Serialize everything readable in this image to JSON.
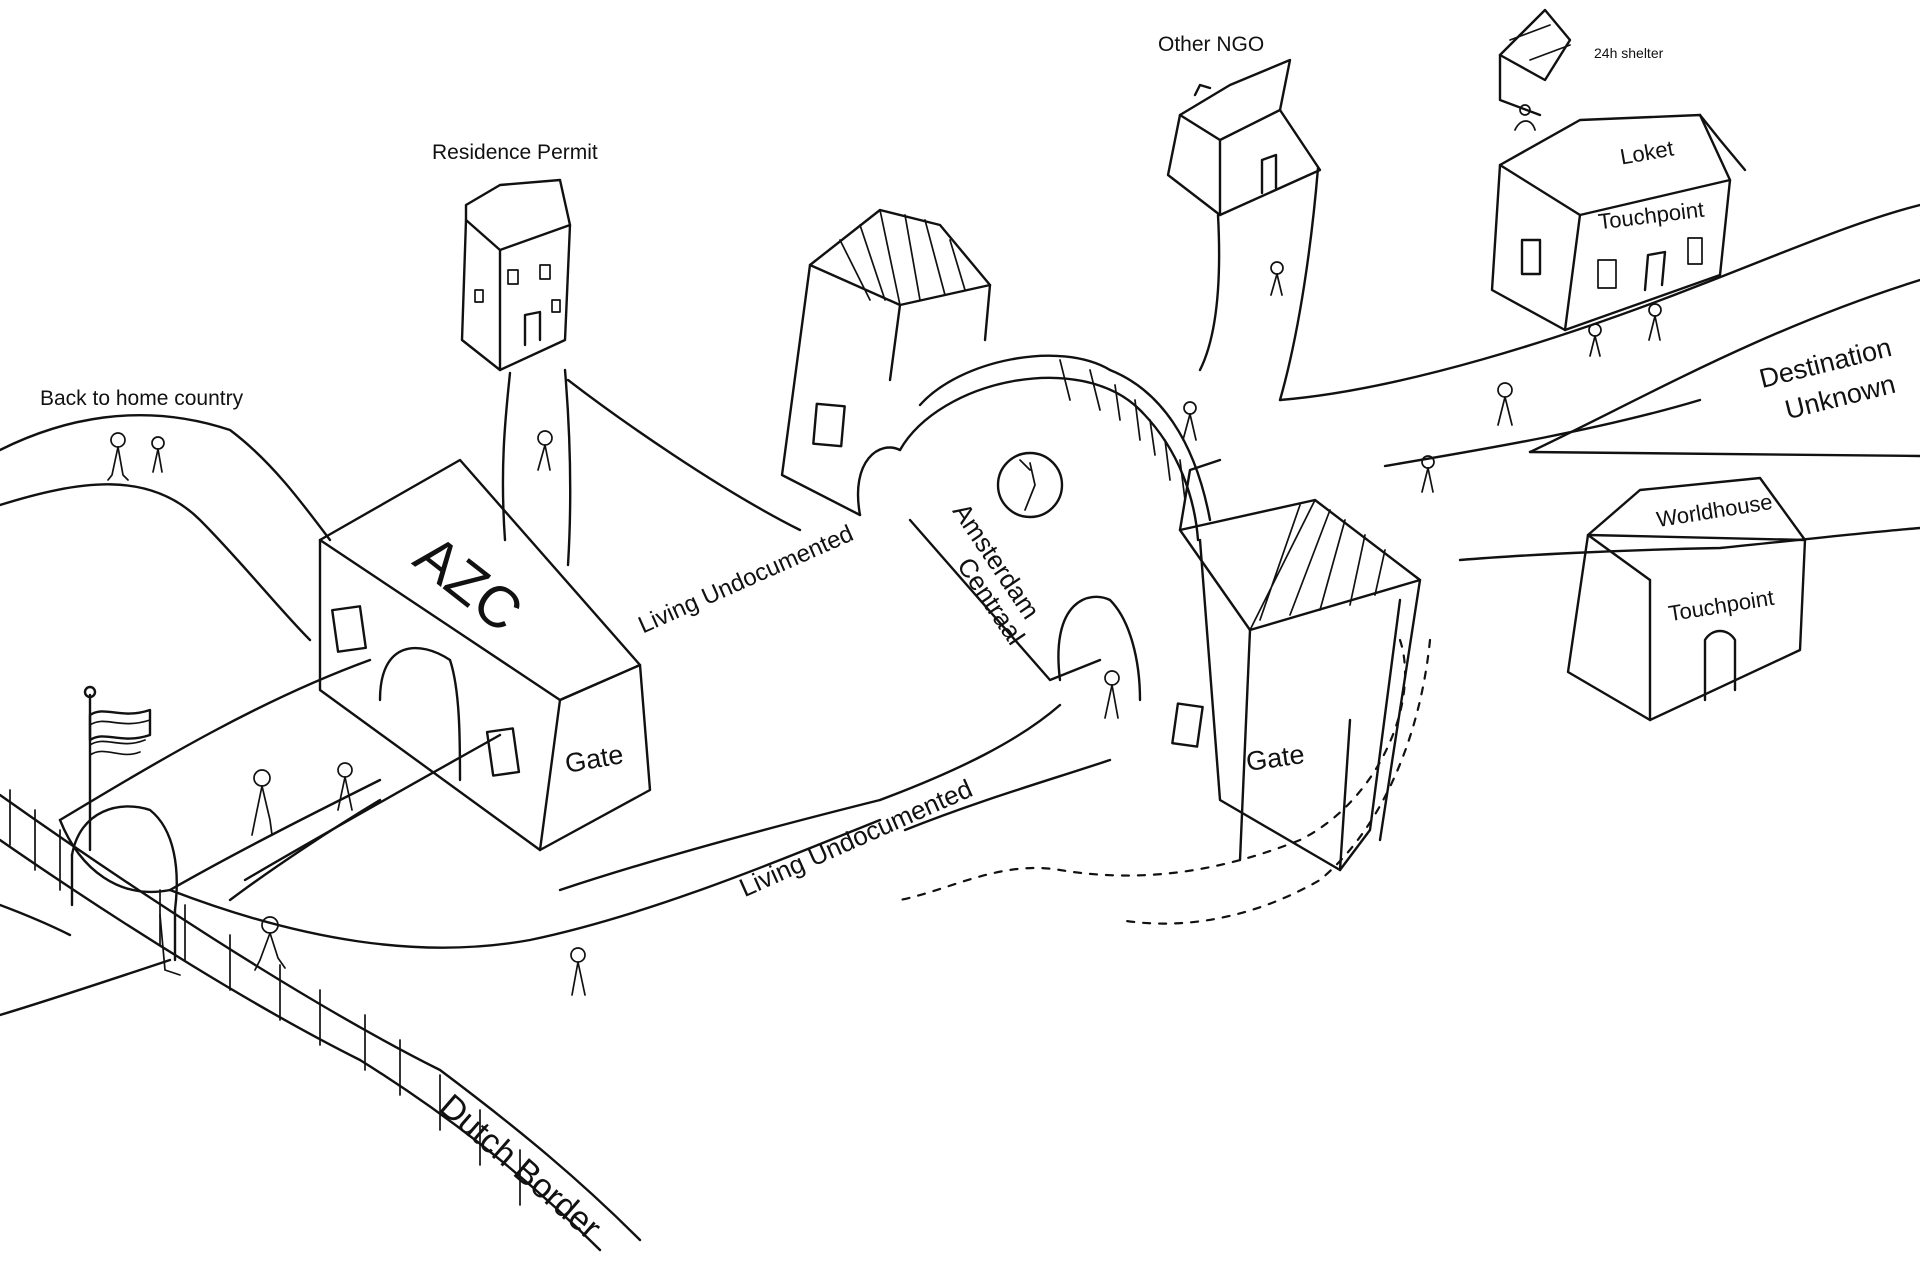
{
  "diagram": {
    "labels": {
      "back_home": "Back to home country",
      "residence_permit": "Residence Permit",
      "other_ngo": "Other NGO",
      "shelter_24h": "24h shelter",
      "loket": "Loket",
      "touchpoint_top": "Touchpoint",
      "destination_line1": "Destination",
      "destination_line2": "Unknown",
      "worldhouse": "Worldhouse",
      "touchpoint_lower": "Touchpoint",
      "azc": "AZC",
      "gate_left": "Gate",
      "gate_right": "Gate",
      "living_undoc_upper": "Living Undocumented",
      "living_undoc_lower": "Living Undocumented",
      "amsterdam_line1": "Amsterdam",
      "amsterdam_line2": "Centraal",
      "dutch_border": "Dutch Border"
    },
    "colors": {
      "ink": "#111111",
      "paper": "#ffffff"
    }
  }
}
